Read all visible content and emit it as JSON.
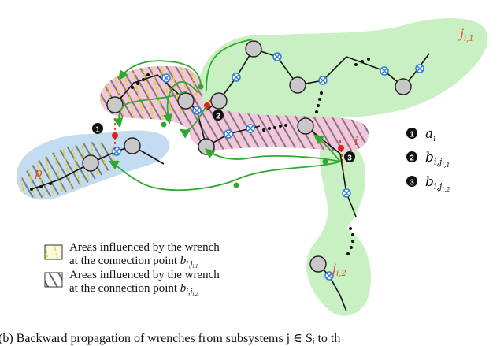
{
  "subsystem_labels": {
    "p": "p",
    "i": "i",
    "j1": "j",
    "j1_sub": "i,1",
    "j2": "j",
    "j2_sub": "i,2"
  },
  "markers": [
    {
      "num": "1",
      "sym": "a",
      "sub": "i"
    },
    {
      "num": "2",
      "sym": "b",
      "sub": "i,j"
    },
    {
      "num": "3",
      "sym": "b",
      "sub": "i,j"
    }
  ],
  "marker_subsub": [
    "i,1",
    "i,2"
  ],
  "legend": [
    {
      "line1": "Areas influenced by the wrench",
      "line2": "at the connection point",
      "sym": "b",
      "sub": "i,j",
      "subsub": "i,1"
    },
    {
      "line1": "Areas influenced by the wrench",
      "line2": "at the connection point",
      "sym": "b",
      "sub": "i,j",
      "subsub": "i,2"
    }
  ],
  "caption": "(b) Backward propagation of wrenches from subsystems j ∈ Sᵢ to th",
  "colors": {
    "green_region": "#c9f0c2",
    "pink_region": "#f3c6dc",
    "blue_region": "#c3dcf2",
    "arrow_green": "#2fa82f",
    "joint_blue": "#2f7fd8",
    "connector_red": "#e02020",
    "hatch_gray": "#6f6f6f",
    "hatch_yellow": "#e8d44a"
  }
}
